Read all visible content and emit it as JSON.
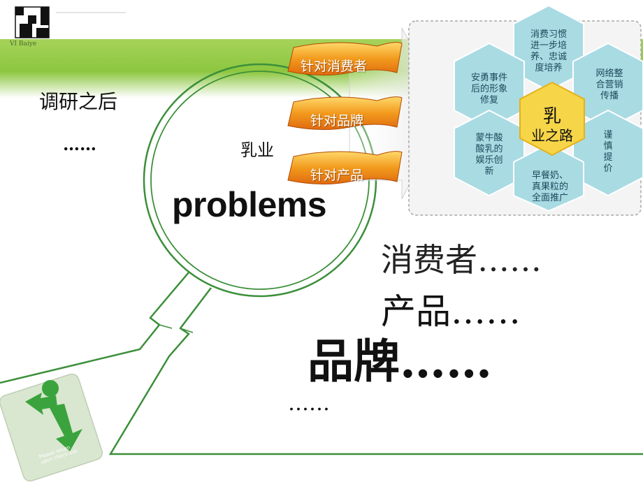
{
  "slide": {
    "logo_caption": "VI Baiye",
    "left_title": "调研之后",
    "left_dots": "……",
    "circle": {
      "small_label": "乳业",
      "big_word": "problems"
    },
    "ribbons": [
      "针对消费者",
      "针对品牌",
      "针对产品"
    ],
    "hexes": {
      "top": [
        "消费习惯",
        "进一步培",
        "养、忠诚",
        "度培养"
      ],
      "upper_left": [
        "安勇事件",
        "后的形象",
        "修复"
      ],
      "upper_right": [
        "网络整",
        "合营销",
        "传播"
      ],
      "center": [
        "乳",
        "业之路"
      ],
      "lower_left": [
        "蒙牛酸",
        "酸乳的",
        "娱乐创",
        "新"
      ],
      "lower_right": [
        "谨",
        "慎",
        "提",
        "价"
      ],
      "bottom": [
        "早餐奶、",
        "真果粒的",
        "全面推广"
      ]
    },
    "list": [
      "消费者……",
      "产品……",
      "品牌……",
      "……"
    ],
    "sign": {
      "caption_line1": "Please return",
      "caption_line2": "upon check-out"
    }
  },
  "colors": {
    "green_band": "#8cc63f",
    "outline_green": "#3c8f3a",
    "hex_fill": "#a9dbe3",
    "hex_center": "#f6d548",
    "ribbon_orange": "#f29a1d"
  }
}
